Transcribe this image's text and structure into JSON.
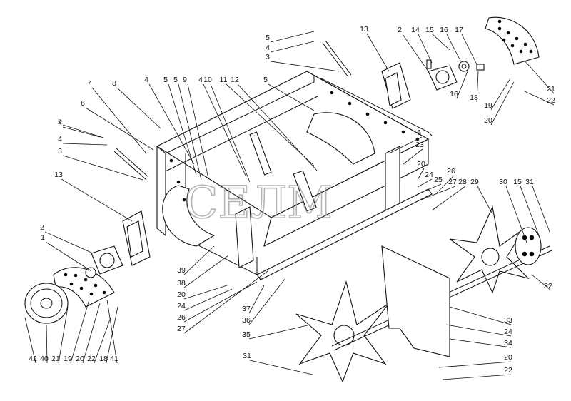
{
  "watermark": "СЕЛМ",
  "callouts": [
    {
      "text": "5"
    },
    {
      "text": "4"
    },
    {
      "text": "3"
    },
    {
      "text": "13"
    },
    {
      "text": "2"
    },
    {
      "text": "14"
    },
    {
      "text": "15"
    },
    {
      "text": "16"
    },
    {
      "text": "17"
    },
    {
      "text": "16"
    },
    {
      "text": "18"
    },
    {
      "text": "21"
    },
    {
      "text": "22"
    },
    {
      "text": "19"
    },
    {
      "text": "20"
    },
    {
      "text": "7"
    },
    {
      "text": "8"
    },
    {
      "text": "4"
    },
    {
      "text": "5"
    },
    {
      "text": "5"
    },
    {
      "text": "9"
    },
    {
      "text": "4"
    },
    {
      "text": "10"
    },
    {
      "text": "11"
    },
    {
      "text": "12"
    },
    {
      "text": "5"
    },
    {
      "text": "4"
    },
    {
      "text": "6"
    },
    {
      "text": "5"
    },
    {
      "text": "4"
    },
    {
      "text": "3"
    },
    {
      "text": "6"
    },
    {
      "text": "23"
    },
    {
      "text": "20"
    },
    {
      "text": "24"
    },
    {
      "text": "26"
    },
    {
      "text": "25"
    },
    {
      "text": "27"
    },
    {
      "text": "28"
    },
    {
      "text": "29"
    },
    {
      "text": "30"
    },
    {
      "text": "15"
    },
    {
      "text": "31"
    },
    {
      "text": "13"
    },
    {
      "text": "2"
    },
    {
      "text": "1"
    },
    {
      "text": "32"
    },
    {
      "text": "39"
    },
    {
      "text": "38"
    },
    {
      "text": "20"
    },
    {
      "text": "24"
    },
    {
      "text": "26"
    },
    {
      "text": "27"
    },
    {
      "text": "37"
    },
    {
      "text": "36"
    },
    {
      "text": "33"
    },
    {
      "text": "24"
    },
    {
      "text": "34"
    },
    {
      "text": "35"
    },
    {
      "text": "20"
    },
    {
      "text": "22"
    },
    {
      "text": "31"
    },
    {
      "text": "42"
    },
    {
      "text": "40"
    },
    {
      "text": "21"
    },
    {
      "text": "19"
    },
    {
      "text": "20"
    },
    {
      "text": "22"
    },
    {
      "text": "18"
    },
    {
      "text": "41"
    }
  ]
}
